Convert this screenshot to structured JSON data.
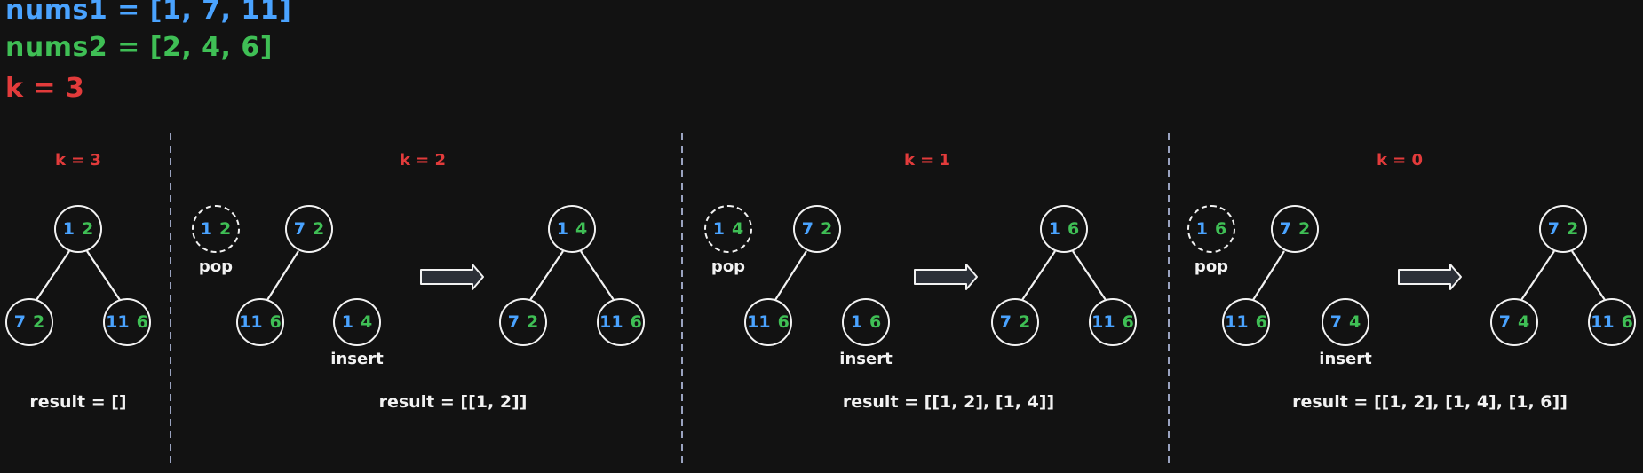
{
  "header": {
    "nums1": "nums1 = [1, 7, 11]",
    "nums2": "nums2 = [2, 4, 6]",
    "k": "k = 3"
  },
  "panels": [
    {
      "k_label": "k = 3",
      "result": "result = []",
      "pop": null,
      "before": null,
      "insert": null,
      "after": {
        "root": [
          "1",
          "2"
        ],
        "left": [
          "7",
          "2"
        ],
        "right": [
          "11",
          "6"
        ]
      }
    },
    {
      "k_label": "k = 2",
      "result": "result = [[1, 2]]",
      "pop": {
        "node": [
          "1",
          "2"
        ],
        "label": "pop"
      },
      "before": {
        "root": [
          "7",
          "2"
        ],
        "left": [
          "11",
          "6"
        ]
      },
      "insert": {
        "node": [
          "1",
          "4"
        ],
        "label": "insert"
      },
      "after": {
        "root": [
          "1",
          "4"
        ],
        "left": [
          "7",
          "2"
        ],
        "right": [
          "11",
          "6"
        ]
      }
    },
    {
      "k_label": "k = 1",
      "result": "result = [[1, 2], [1, 4]]",
      "pop": {
        "node": [
          "1",
          "4"
        ],
        "label": "pop"
      },
      "before": {
        "root": [
          "7",
          "2"
        ],
        "left": [
          "11",
          "6"
        ]
      },
      "insert": {
        "node": [
          "1",
          "6"
        ],
        "label": "insert"
      },
      "after": {
        "root": [
          "1",
          "6"
        ],
        "left": [
          "7",
          "2"
        ],
        "right": [
          "11",
          "6"
        ]
      }
    },
    {
      "k_label": "k = 0",
      "result": "result = [[1, 2], [1, 4], [1, 6]]",
      "pop": {
        "node": [
          "1",
          "6"
        ],
        "label": "pop"
      },
      "before": {
        "root": [
          "7",
          "2"
        ],
        "left": [
          "11",
          "6"
        ]
      },
      "insert": {
        "node": [
          "7",
          "4"
        ],
        "label": "insert"
      },
      "after": {
        "root": [
          "7",
          "2"
        ],
        "left": [
          "7",
          "4"
        ],
        "right": [
          "11",
          "6"
        ]
      }
    }
  ]
}
